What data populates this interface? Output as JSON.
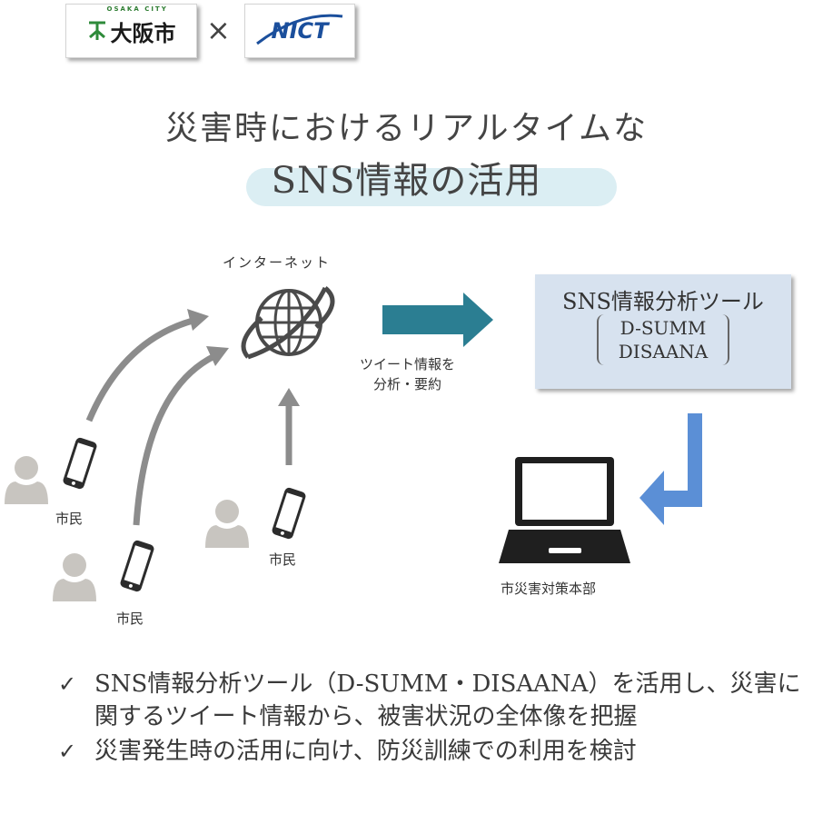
{
  "logos": {
    "osaka_small": "OSAKA CITY",
    "osaka_name": "大阪市",
    "times": "×",
    "nict": "NICT"
  },
  "title": {
    "line1": "災害時におけるリアルタイムな",
    "line2": "SNS情報の活用"
  },
  "diagram": {
    "internet_label": "インターネット",
    "tweet_label_line1": "ツイート情報を",
    "tweet_label_line2": "分析・要約",
    "tool_title": "SNS情報分析ツール",
    "tool_sub1": "D-SUMM",
    "tool_sub2": "DISAANA",
    "hq_label": "市災害対策本部",
    "citizen_label": "市民"
  },
  "colors": {
    "arrow_gray": "#8c8c8c",
    "arrow_teal": "#2b7e92",
    "arrow_blue": "#5b8fd6",
    "person_gray": "#c8c5c0",
    "title_band": "#dbeef3",
    "tool_box": "#d7e2ef"
  },
  "icons": [
    "globe-icon",
    "phone-icon",
    "person-icon",
    "laptop-icon",
    "arrow-icon"
  ],
  "bullets": [
    "SNS情報分析ツール（D-SUMM・DISAANA）を活用し、災害に関するツイート情報から、被害状況の全体像を把握",
    "災害発生時の活用に向け、防災訓練での利用を検討"
  ],
  "check_mark": "✓"
}
